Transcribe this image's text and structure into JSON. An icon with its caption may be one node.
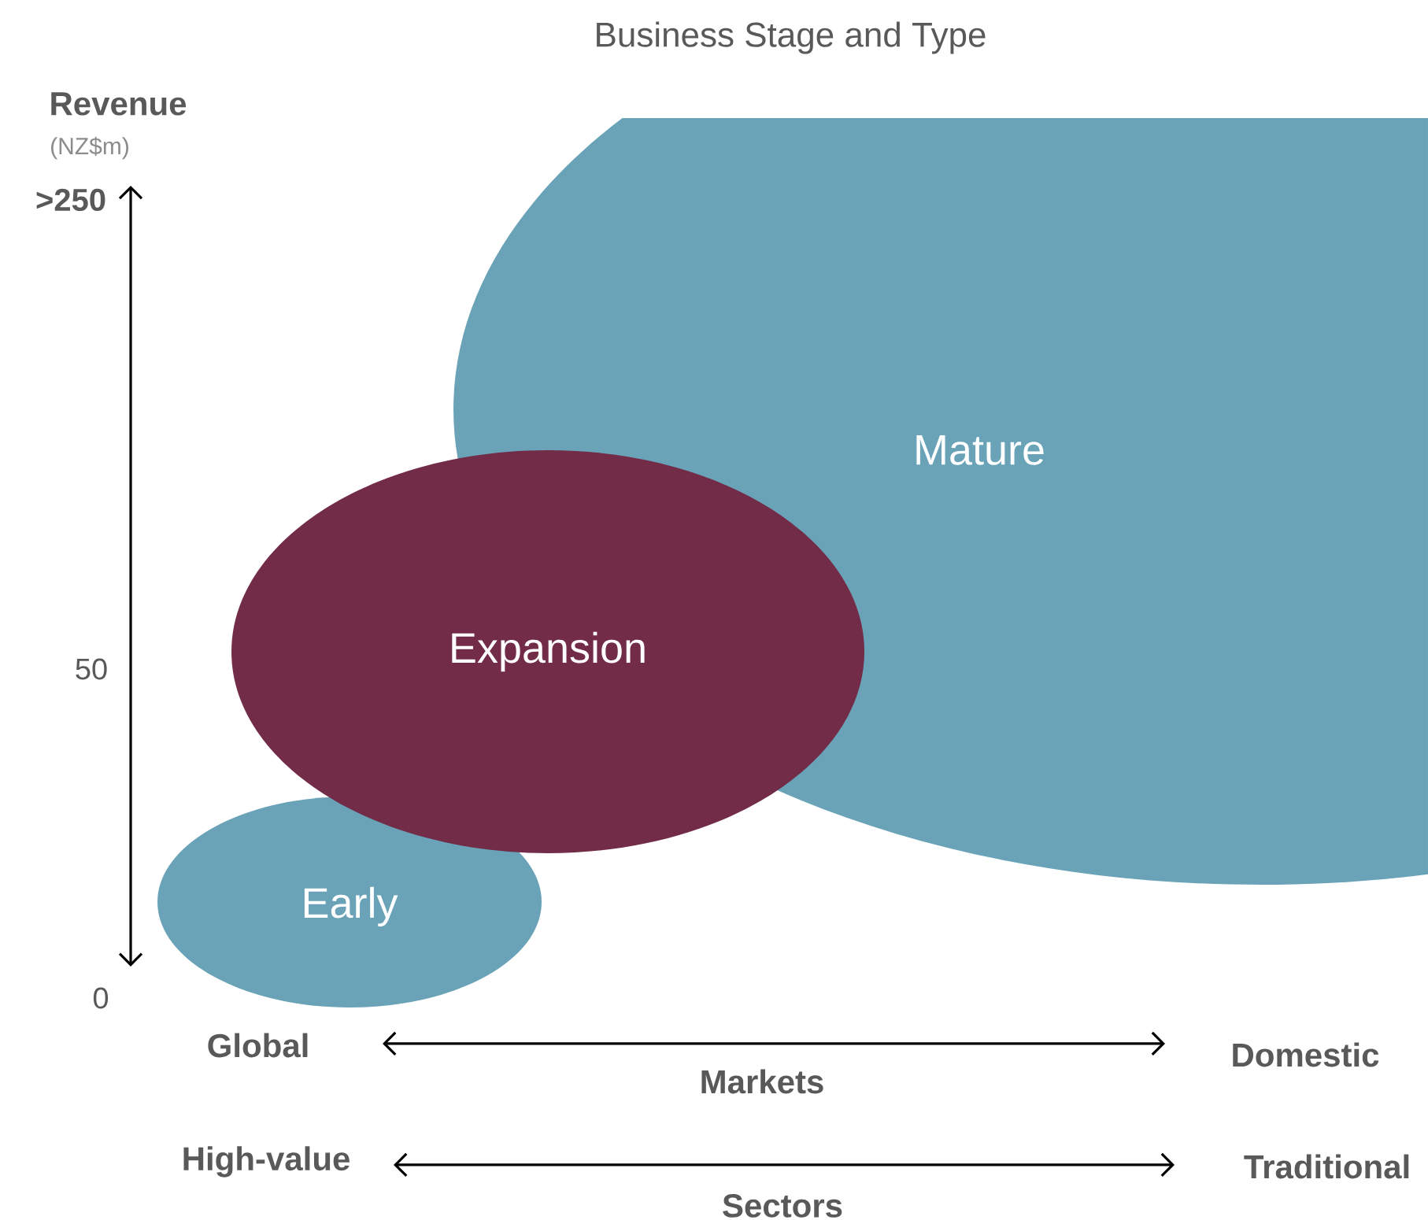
{
  "diagram": {
    "title": "Business Stage and Type",
    "nodes": [
      {
        "text": [
          "Mature"
        ]
      },
      {
        "text": [
          "Expansion"
        ]
      },
      {
        "text": [
          "Early"
        ]
      }
    ],
    "labels": [
      "Revenue",
      "(NZ$m)",
      ">250",
      "50",
      "0",
      "Global",
      "Domestic",
      "Markets",
      "High-value",
      "Traditional",
      "Sectors"
    ]
  }
}
